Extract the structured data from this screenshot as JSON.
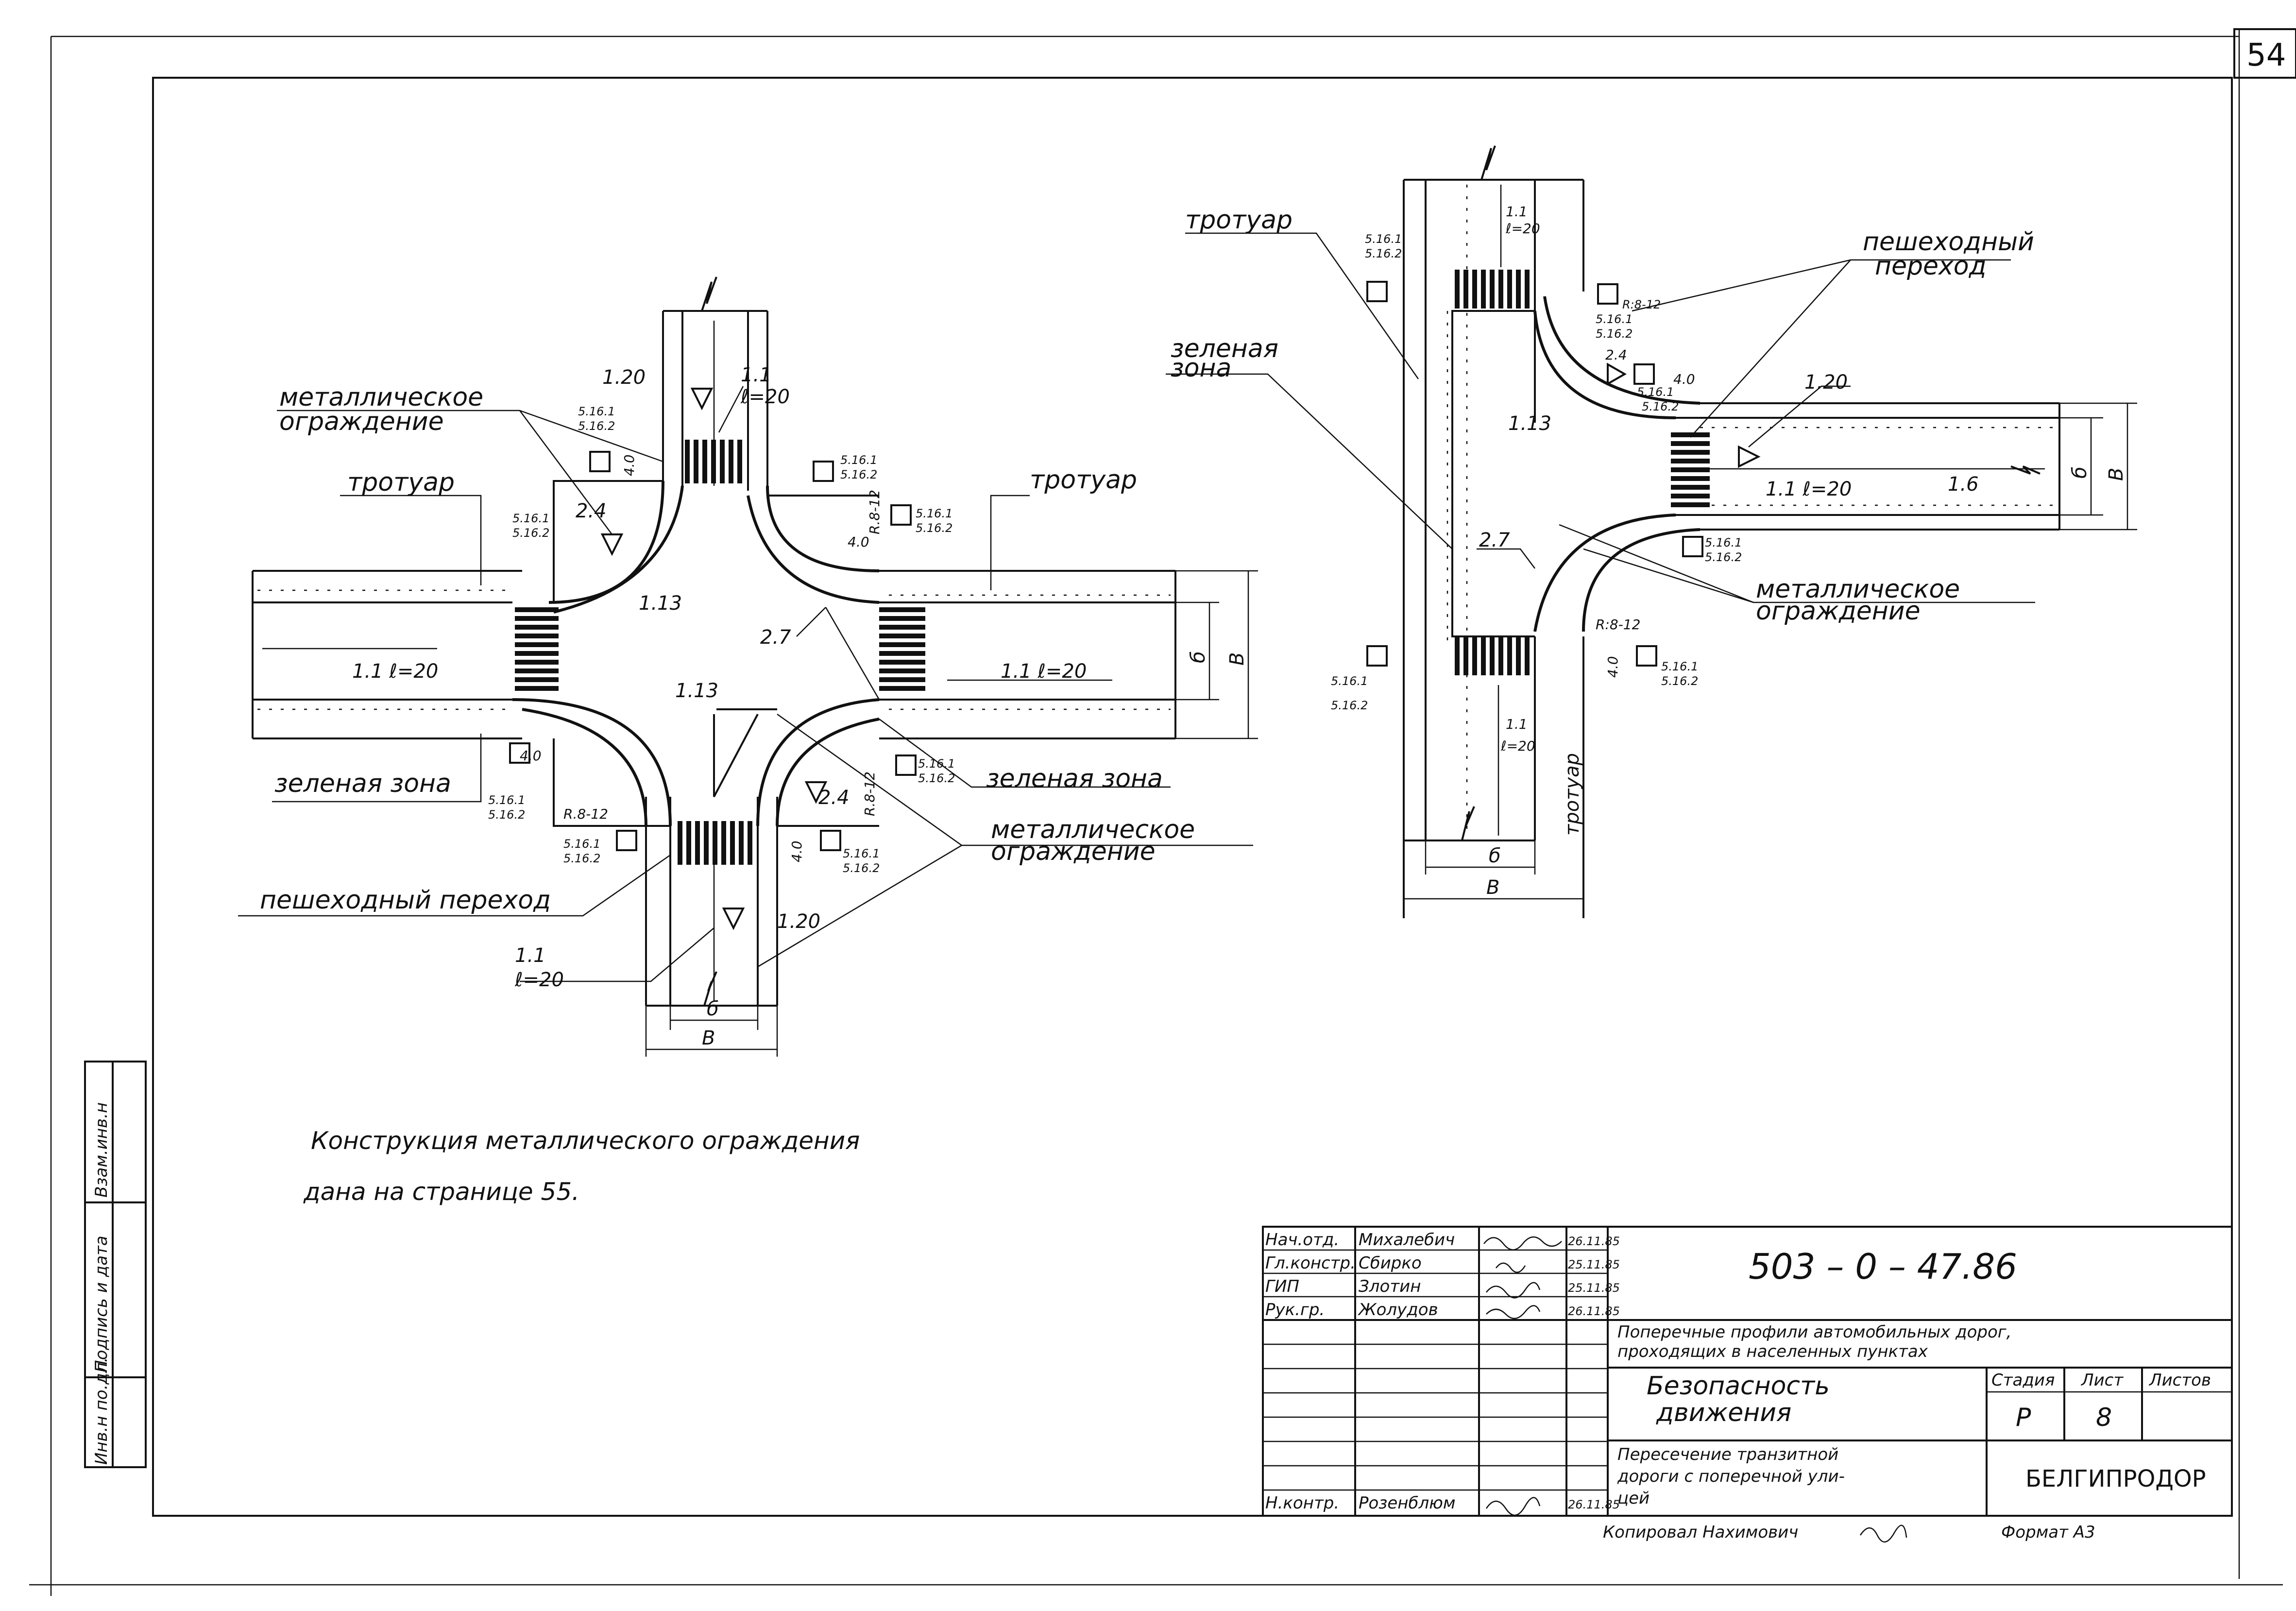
{
  "page_number": "54",
  "cross_intersection": {
    "labels": {
      "metal_guard_left": [
        "металлическое",
        "ограждение"
      ],
      "sidewalk_left": "тротуар",
      "sidewalk_right": "тротуар",
      "green_zone_left": "зеленая зона",
      "green_zone_right": "зеленая зона",
      "crosswalk": "пешеходный переход",
      "metal_guard_right": [
        "металлическое",
        "ограждение"
      ],
      "marking_1_1_north": [
        "1.1",
        "ℓ=20"
      ],
      "marking_1_1_west": "1.1 ℓ=20",
      "marking_1_1_east": "1.1 ℓ=20",
      "marking_1_1_south": [
        "1.1",
        "ℓ=20"
      ],
      "marking_1_20_n": "1.20",
      "marking_1_20_s": "1.20",
      "marking_1_13_n": "1.13",
      "marking_1_13_s": "1.13",
      "marking_2_7": "2.7",
      "sign_2_4_nw": "2.4",
      "sign_2_4_se": "2.4",
      "radius_sw": "R.8-12",
      "radius_ne": "R.8-12",
      "radius_se": "R.8-12",
      "dist_4_0": "4.0",
      "sign_codes": [
        "5.16.1",
        "5.16.2"
      ],
      "dim_b_small": "б",
      "dim_b_large": "В"
    }
  },
  "t_intersection": {
    "labels": {
      "sidewalk_top": "тротуар",
      "green_zone": [
        "зеленая",
        "зона"
      ],
      "crosswalk": [
        "пешеходный",
        "переход"
      ],
      "metal_guard": [
        "металлическое",
        "ограждение"
      ],
      "sidewalk_vertical": "тротуар",
      "marking_1_1_top": [
        "1.1",
        "ℓ=20"
      ],
      "marking_1_1_bottom": [
        "1.1",
        "ℓ=20"
      ],
      "marking_1_1_side": "1.1 ℓ=20",
      "marking_1_20": "1.20",
      "marking_1_6": "1.6",
      "marking_1_13": "1.13",
      "marking_2_7": "2.7",
      "sign_2_4": "2.4",
      "radius_top": "R:8-12",
      "radius_bottom": "R:8-12",
      "dist_4_0": "4.0",
      "sign_codes": [
        "5.16.1",
        "5.16.2"
      ],
      "dim_b_small": "б",
      "dim_b_large": "В"
    }
  },
  "note": {
    "line1": "Конструкция   металлического   ограждения",
    "line2": "дана   на   странице 55."
  },
  "side_stamp": [
    "Инв.н по.дл.",
    "Подпись и дата",
    "Взам.инв.н"
  ],
  "title_block": {
    "rows": [
      {
        "role": "Нач.отд.",
        "name": "Михалебич",
        "date": "26.11.85"
      },
      {
        "role": "Гл.констр.",
        "name": "Сбирко",
        "date": "25.11.85"
      },
      {
        "role": "ГИП",
        "name": "Злотин",
        "date": "25.11.85"
      },
      {
        "role": "Рук.гр.",
        "name": "Жолудов",
        "date": "26.11.85"
      }
    ],
    "control": {
      "role": "Н.контр.",
      "name": "Розенблюм",
      "date": "26.11.85"
    },
    "project_code": "503 – 0 – 47.86",
    "project_title": [
      "Поперечные профили автомобильных дорог,",
      "проходящих в населенных пунктах"
    ],
    "section": [
      "Безопасность",
      "движения"
    ],
    "drawing_title": [
      "Пересечение транзитной",
      "дороги с поперечной ули-",
      "цей"
    ],
    "stage_header": "Стадия",
    "sheet_header": "Лист",
    "sheets_header": "Листов",
    "stage": "Р",
    "sheet": "8",
    "sheets": "",
    "organization": "БЕЛГИПРОДОР",
    "copied_by": "Копировал  Нахимович",
    "format": "Формат А3"
  }
}
